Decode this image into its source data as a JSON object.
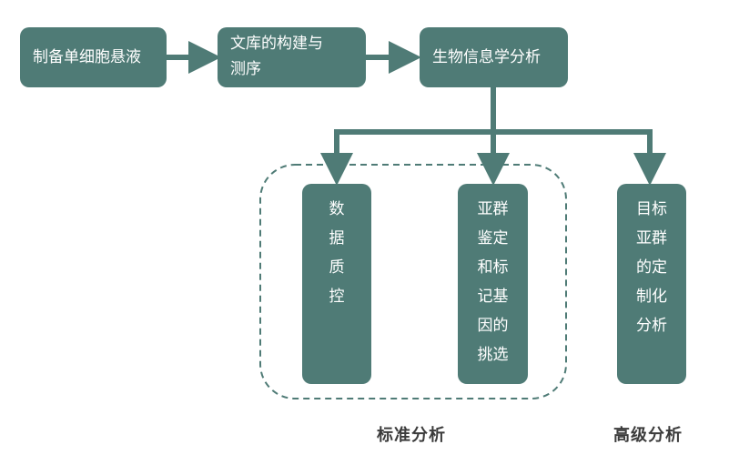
{
  "colors": {
    "box_fill": "#4f7b76",
    "box_text": "#ffffff",
    "arrow": "#4f7b76",
    "dashed_border": "#4f7b76",
    "label_text": "#3b3b3b"
  },
  "steps": {
    "prepare": "制备单细胞悬液",
    "library_line1": "文库的构建与",
    "library_line2": "测序",
    "bioinfo": "生物信息学分析"
  },
  "standard": {
    "qc_lines": [
      "数",
      "据",
      "质",
      "控"
    ],
    "subgroup_lines": [
      "亚群",
      "鉴定",
      "和标",
      "记基",
      "因的",
      "挑选"
    ],
    "label": "标准分析"
  },
  "advanced": {
    "custom_lines": [
      "目标",
      "亚群",
      "的定",
      "制化",
      "分析"
    ],
    "label": "高级分析"
  }
}
